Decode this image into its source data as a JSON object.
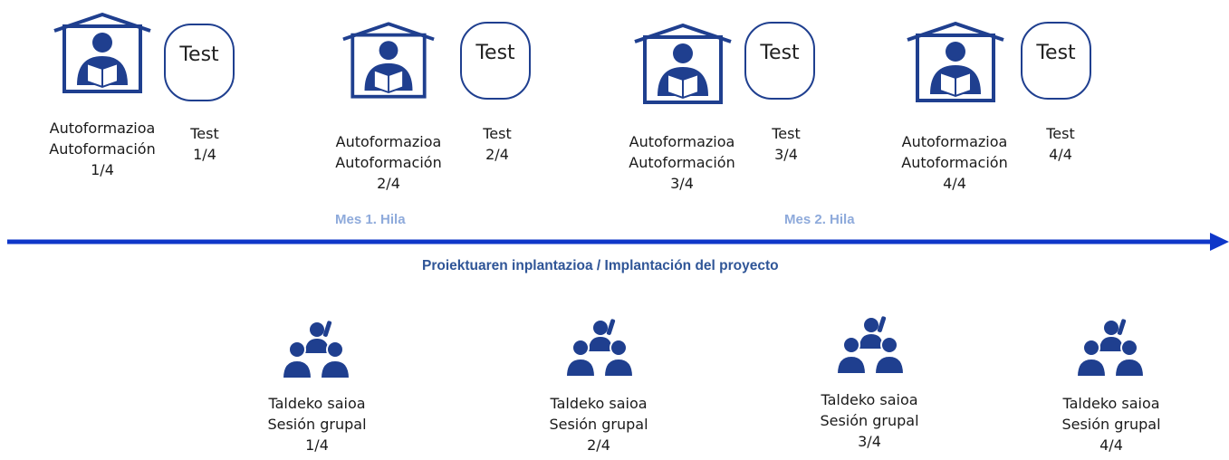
{
  "colors": {
    "icon": "#1f3f8f",
    "arrow": "#0f37c9",
    "month_label": "#8eaadb",
    "caption": "#2f5597"
  },
  "icons": {
    "selfstudy": "house-reader-icon",
    "group": "group-session-icon"
  },
  "timeline": {
    "caption": "Proiektuaren inplantazioa / Implantación del proyecto",
    "months": [
      "Mes 1. Hila",
      "Mes 2. Hila"
    ]
  },
  "top_steps": [
    {
      "self_line1": "Autoformazioa",
      "self_line2": "Autoformación",
      "self_count": "1/4",
      "test_box": "Test",
      "test_label": "Test",
      "test_count": "1/4"
    },
    {
      "self_line1": "Autoformazioa",
      "self_line2": "Autoformación",
      "self_count": "2/4",
      "test_box": "Test",
      "test_label": "Test",
      "test_count": "2/4"
    },
    {
      "self_line1": "Autoformazioa",
      "self_line2": "Autoformación",
      "self_count": "3/4",
      "test_box": "Test",
      "test_label": "Test",
      "test_count": "3/4"
    },
    {
      "self_line1": "Autoformazioa",
      "self_line2": "Autoformación",
      "self_count": "4/4",
      "test_box": "Test",
      "test_label": "Test",
      "test_count": "4/4"
    }
  ],
  "group_sessions": [
    {
      "line1": "Taldeko saioa",
      "line2": "Sesión grupal",
      "count": "1/4"
    },
    {
      "line1": "Taldeko saioa",
      "line2": "Sesión grupal",
      "count": "2/4"
    },
    {
      "line1": "Taldeko saioa",
      "line2": "Sesión grupal",
      "count": "3/4"
    },
    {
      "line1": "Taldeko saioa",
      "line2": "Sesión grupal",
      "count": "4/4"
    }
  ]
}
